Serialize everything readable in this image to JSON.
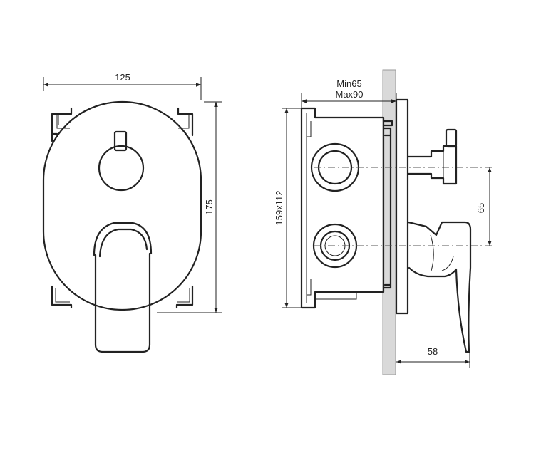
{
  "dimensions": {
    "width_front": "125",
    "height_front": "175",
    "min_depth": "Min65",
    "max_depth": "Max90",
    "box_size": "159x112",
    "outlet_spacing": "65",
    "handle_projection": "58"
  }
}
